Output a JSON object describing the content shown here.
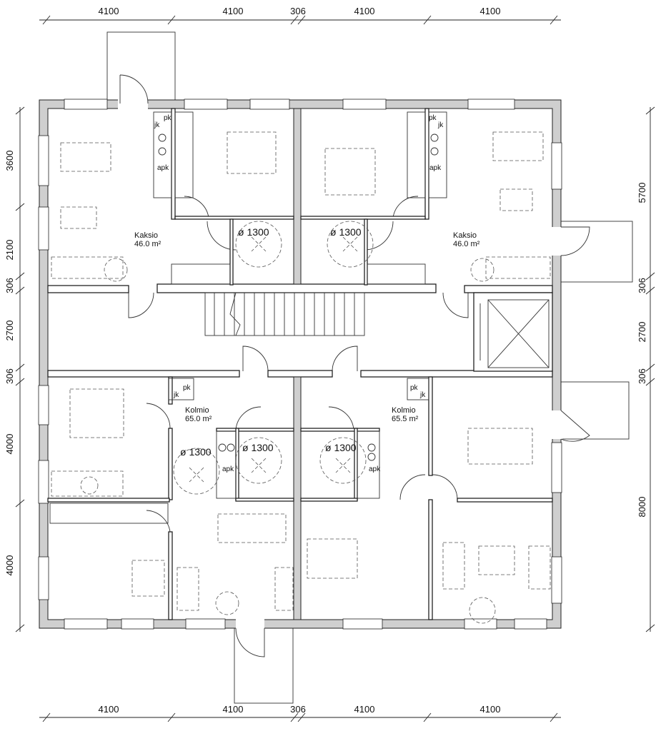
{
  "dimensions": {
    "top": [
      "4100",
      "4100",
      "306",
      "4100",
      "4100"
    ],
    "bottom": [
      "4100",
      "4100",
      "306",
      "4100",
      "4100"
    ],
    "left": [
      "3600",
      "2100",
      "306",
      "2700",
      "306",
      "4000",
      "4000"
    ],
    "right": [
      "5700",
      "306",
      "2700",
      "306",
      "8000"
    ]
  },
  "apartments": [
    {
      "name": "Kaksio",
      "area": "46.0 m²"
    },
    {
      "name": "Kaksio",
      "area": "46.0 m²"
    },
    {
      "name": "Kolmio",
      "area": "65.0 m²"
    },
    {
      "name": "Kolmio",
      "area": "65.5 m²"
    }
  ],
  "turning_circles": [
    "ø 1300",
    "ø 1300",
    "ø 1300",
    "ø 1300",
    "ø 1300"
  ],
  "cabinet_labels": {
    "pk": "pk",
    "jk": "jk",
    "apk": "apk"
  },
  "colors": {
    "line": "#222222",
    "wall_fill": "#cfcfcf"
  }
}
